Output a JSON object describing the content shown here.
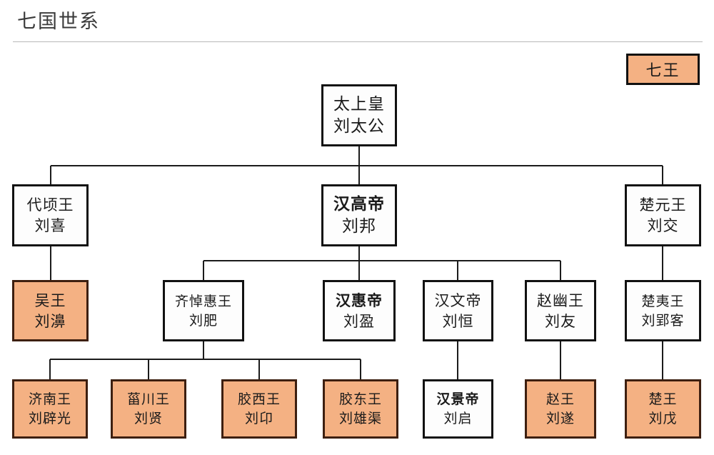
{
  "header": {
    "title": "七国世系"
  },
  "legend": {
    "label": "七王",
    "fill": "#F4B183"
  },
  "colors": {
    "node_fill_default": "#FDFDFD",
    "node_fill_highlight": "#F4B183",
    "node_border": "#111111",
    "connector": "#1B1B1B",
    "text": "#1A1A1A",
    "title_text": "#3A3A3A",
    "rule": "#B8B8B8"
  },
  "diagram": {
    "type": "genealogy-tree",
    "nodes": [
      {
        "id": "taishanghuang",
        "title": "太上皇",
        "name": "刘太公",
        "highlight": false,
        "bold_title": false,
        "row": 1
      },
      {
        "id": "daiqingwang",
        "title": "代顷王",
        "name": "刘喜",
        "highlight": false,
        "bold_title": false,
        "row": 2
      },
      {
        "id": "hangaodi",
        "title": "汉高帝",
        "name": "刘邦",
        "highlight": false,
        "bold_title": true,
        "row": 2
      },
      {
        "id": "chuyuanwang",
        "title": "楚元王",
        "name": "刘交",
        "highlight": false,
        "bold_title": false,
        "row": 2
      },
      {
        "id": "wuwang",
        "title": "吴王",
        "name": "刘濞",
        "highlight": true,
        "bold_title": false,
        "row": 3
      },
      {
        "id": "qidaohuiwang",
        "title": "齐悼惠王",
        "name": "刘肥",
        "highlight": false,
        "bold_title": false,
        "row": 3
      },
      {
        "id": "hanhuidi",
        "title": "汉惠帝",
        "name": "刘盈",
        "highlight": false,
        "bold_title": true,
        "row": 3
      },
      {
        "id": "hanwendi",
        "title": "汉文帝",
        "name": "刘恒",
        "highlight": false,
        "bold_title": false,
        "row": 3
      },
      {
        "id": "zhaoyouwang",
        "title": "赵幽王",
        "name": "刘友",
        "highlight": false,
        "bold_title": false,
        "row": 3
      },
      {
        "id": "chuyiwang",
        "title": "楚夷王",
        "name": "刘郢客",
        "highlight": false,
        "bold_title": false,
        "row": 3
      },
      {
        "id": "jinanwang",
        "title": "济南王",
        "name": "刘辟光",
        "highlight": true,
        "bold_title": false,
        "row": 4
      },
      {
        "id": "zichuanwang",
        "title": "菑川王",
        "name": "刘贤",
        "highlight": true,
        "bold_title": false,
        "row": 4
      },
      {
        "id": "jiaoxiwang",
        "title": "胶西王",
        "name": "刘卬",
        "highlight": true,
        "bold_title": false,
        "row": 4
      },
      {
        "id": "jiaodongwang",
        "title": "胶东王",
        "name": "刘雄渠",
        "highlight": true,
        "bold_title": false,
        "row": 4
      },
      {
        "id": "hanjingdi",
        "title": "汉景帝",
        "name": "刘启",
        "highlight": false,
        "bold_title": true,
        "row": 4
      },
      {
        "id": "zhaowang",
        "title": "赵王",
        "name": "刘遂",
        "highlight": true,
        "bold_title": false,
        "row": 4
      },
      {
        "id": "chuwang",
        "title": "楚王",
        "name": "刘戊",
        "highlight": true,
        "bold_title": false,
        "row": 4
      }
    ],
    "edges": [
      {
        "from": "taishanghuang",
        "to": "daiqingwang"
      },
      {
        "from": "taishanghuang",
        "to": "hangaodi"
      },
      {
        "from": "taishanghuang",
        "to": "chuyuanwang"
      },
      {
        "from": "daiqingwang",
        "to": "wuwang"
      },
      {
        "from": "hangaodi",
        "to": "qidaohuiwang"
      },
      {
        "from": "hangaodi",
        "to": "hanhuidi"
      },
      {
        "from": "hangaodi",
        "to": "hanwendi"
      },
      {
        "from": "hangaodi",
        "to": "zhaoyouwang"
      },
      {
        "from": "chuyuanwang",
        "to": "chuyiwang"
      },
      {
        "from": "qidaohuiwang",
        "to": "jinanwang"
      },
      {
        "from": "qidaohuiwang",
        "to": "zichuanwang"
      },
      {
        "from": "qidaohuiwang",
        "to": "jiaoxiwang"
      },
      {
        "from": "qidaohuiwang",
        "to": "jiaodongwang"
      },
      {
        "from": "hanwendi",
        "to": "hanjingdi"
      },
      {
        "from": "zhaoyouwang",
        "to": "zhaowang"
      },
      {
        "from": "chuyiwang",
        "to": "chuwang"
      }
    ]
  }
}
